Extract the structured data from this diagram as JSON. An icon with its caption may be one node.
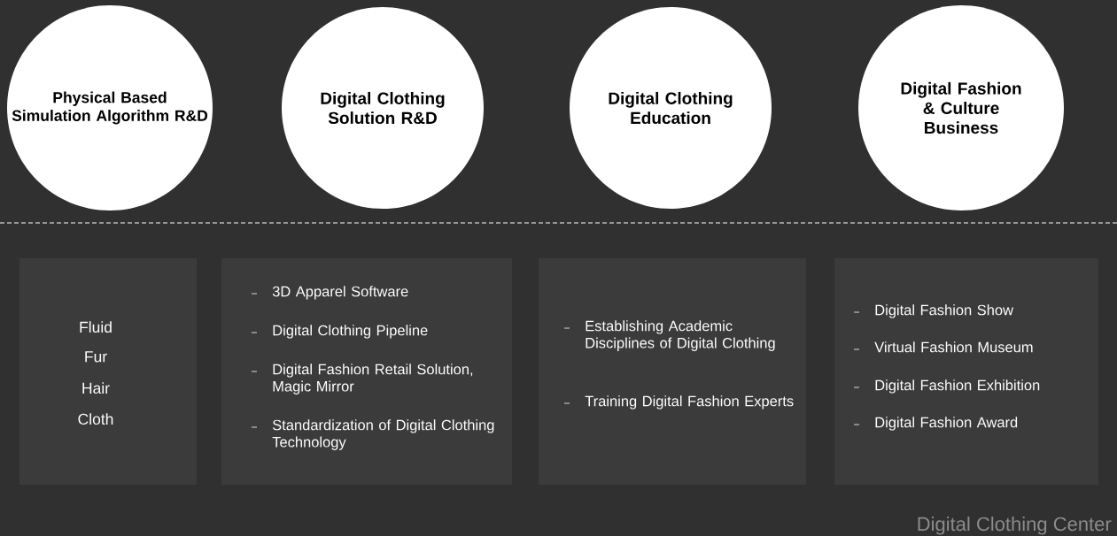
{
  "diagram": {
    "nodes": [
      {
        "text": [
          "Physical Based Simulation Algorithm R&D"
        ]
      },
      {
        "text": [
          "Digital Clothing Solution R&D"
        ]
      },
      {
        "text": [
          "Digital Clothing Education"
        ]
      },
      {
        "text": [
          "Digital Fashion & Culture Business"
        ]
      },
      {
        "text": [
          "Fluid",
          "Fur",
          "Hair",
          "Cloth"
        ]
      },
      {
        "text": [
          "3D Apparel Software",
          "Digital Clothing Pipeline",
          "Digital Fashion Retail Solution, Magic Mirror",
          "Standardization of Digital Clothing Technology"
        ]
      },
      {
        "text": [
          "Establishing Academic Disciplines of Digital Clothing",
          "Training Digital Fashion Experts"
        ]
      },
      {
        "text": [
          "Digital Fashion Show",
          "Virtual Fashion Museum",
          "Digital Fashion Exhibition",
          "Digital Fashion Award"
        ]
      }
    ],
    "labels": [
      "Digital Clothing Center"
    ]
  }
}
